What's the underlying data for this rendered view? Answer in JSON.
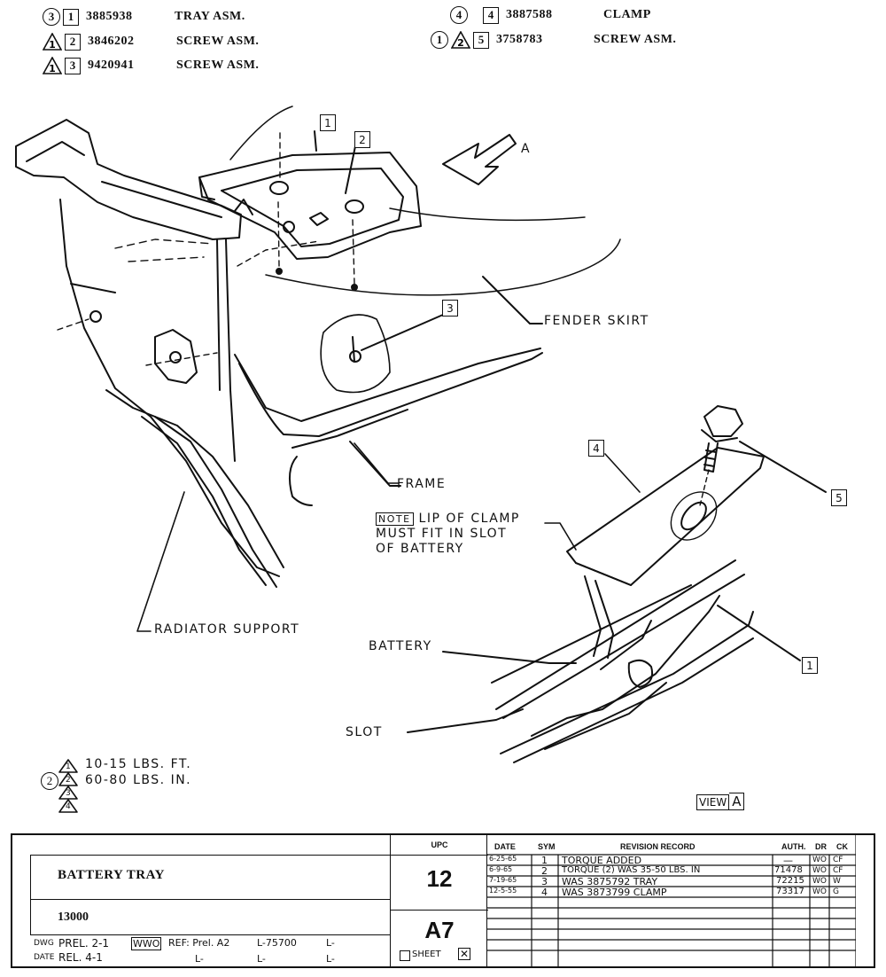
{
  "parts_list": [
    {
      "qty": "3",
      "qty_style": "circle",
      "note": "",
      "item": "1",
      "part_no": "3885938",
      "description": "TRAY ASM."
    },
    {
      "qty": "",
      "qty_style": "",
      "note": "1",
      "item": "2",
      "part_no": "3846202",
      "description": "SCREW ASM."
    },
    {
      "qty": "",
      "qty_style": "",
      "note": "1",
      "item": "3",
      "part_no": "9420941",
      "description": "SCREW ASM."
    },
    {
      "qty": "4",
      "qty_style": "circle",
      "note": "",
      "item": "4",
      "part_no": "3887588",
      "description": "CLAMP"
    },
    {
      "qty": "1",
      "qty_style": "circle",
      "note": "2",
      "item": "5",
      "part_no": "3758783",
      "description": "SCREW ASM."
    }
  ],
  "drawing": {
    "view_arrow_label": "A",
    "callouts": [
      "1",
      "2",
      "3",
      "4",
      "5",
      "1"
    ],
    "labels": {
      "fender_skirt": "FENDER SKIRT",
      "frame": "FRAME",
      "radiator_support": "RADIATOR SUPPORT",
      "battery": "BATTERY",
      "slot": "SLOT"
    },
    "note_tag": "NOTE",
    "note_lines": [
      "LIP OF CLAMP",
      "MUST FIT IN SLOT",
      "OF BATTERY"
    ],
    "torque_notes": [
      {
        "qty": "",
        "triangle": "1",
        "text": "10-15 LBS. FT."
      },
      {
        "qty": "2",
        "triangle": "2",
        "text": "60-80 LBS. IN."
      },
      {
        "qty": "",
        "triangle": "3",
        "text": ""
      },
      {
        "qty": "",
        "triangle": "4",
        "text": ""
      }
    ],
    "view_label": "VIEW",
    "view_letter": "A"
  },
  "title_block": {
    "title": "BATTERY TRAY",
    "group": "13000",
    "upc_header": "UPC",
    "upc": "12",
    "sheet_code": "A7",
    "sheet_label": "SHEET",
    "dwg_label": "DWG",
    "date_label": "DATE",
    "prel": "PREL. 2-1",
    "rel": "REL. 4-1",
    "initials": "WWO",
    "ref": "REF: Prel. A2",
    "ref2": "L-75700",
    "ref_blank": "L-",
    "revision_headers": {
      "date": "DATE",
      "sym": "SYM",
      "record": "REVISION RECORD",
      "auth": "AUTH.",
      "dr": "DR",
      "ck": "CK"
    },
    "revisions": [
      {
        "date": "6-25-65",
        "sym": "1",
        "record": "TORQUE ADDED",
        "auth": "—",
        "dr": "WO",
        "ck": "CF"
      },
      {
        "date": "6-9-65",
        "sym": "2",
        "record": "TORQUE (2) WAS 35-50 LBS. IN",
        "auth": "71478",
        "dr": "WO",
        "ck": "CF"
      },
      {
        "date": "7-19-65",
        "sym": "3",
        "record": "WAS 3875792 TRAY",
        "auth": "72215",
        "dr": "WO",
        "ck": "W"
      },
      {
        "date": "12-5-55",
        "sym": "4",
        "record": "WAS 3873799 CLAMP",
        "auth": "73317",
        "dr": "WO",
        "ck": "G"
      }
    ]
  }
}
